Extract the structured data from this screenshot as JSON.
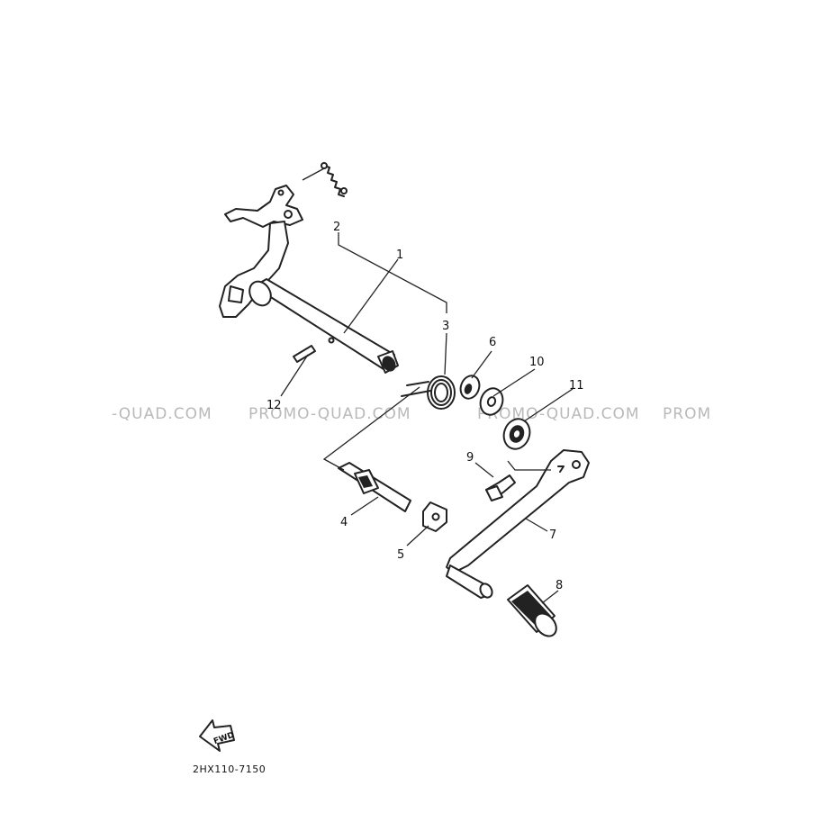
{
  "watermark": {
    "texts": [
      "-QUAD.COM",
      "PROMO-QUAD.COM",
      "PROMO-QUAD.COM",
      "PROM"
    ],
    "color": "#b9b9b9"
  },
  "callouts": {
    "c1": "1",
    "c2": "2",
    "c3": "3",
    "c4": "4",
    "c5": "5",
    "c6": "6",
    "c7": "7",
    "c8": "8",
    "c9": "9",
    "c10": "10",
    "c11": "11",
    "c12": "12"
  },
  "fwd_label": "FWD",
  "diagram_code": "2HX110-7150",
  "colors": {
    "line": "#222222",
    "background": "#ffffff"
  }
}
